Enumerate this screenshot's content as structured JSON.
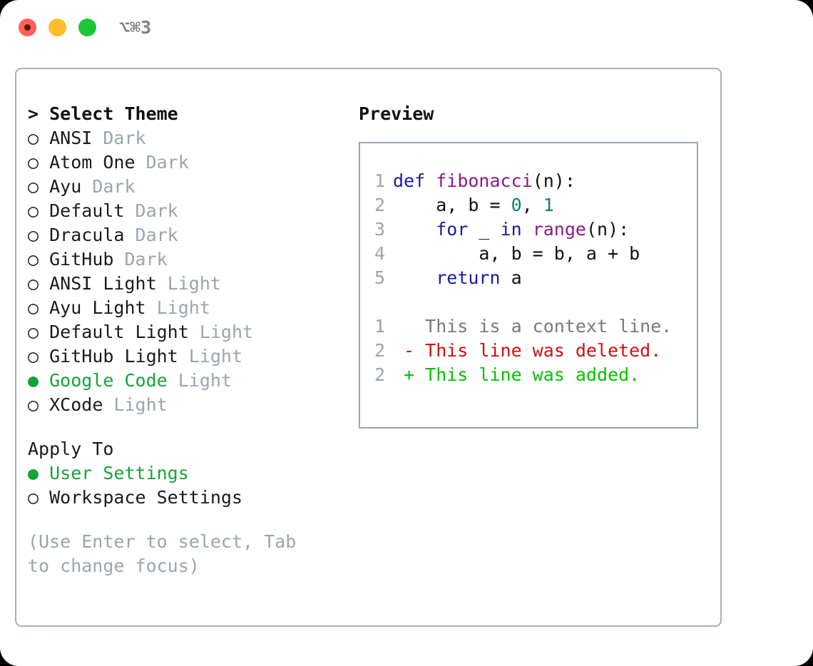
{
  "window": {
    "shortcut": "⌥⌘3",
    "traffic_lights": [
      "close",
      "minimize",
      "maximize"
    ],
    "colors": {
      "close": "#FF6058",
      "minimize": "#FFBD2E",
      "maximize": "#1CC636",
      "panel_border": "#A7B0BC",
      "preview_border": "#9AA5B1",
      "accent_green": "#13A538",
      "muted": "#9AA5B1"
    }
  },
  "theme_picker": {
    "heading": "> Select Theme",
    "bullet_selected": "●",
    "bullet_unselected": "○",
    "items": [
      {
        "name": "ANSI",
        "variant": "Dark",
        "selected": false
      },
      {
        "name": "Atom One",
        "variant": "Dark",
        "selected": false
      },
      {
        "name": "Ayu",
        "variant": "Dark",
        "selected": false
      },
      {
        "name": "Default",
        "variant": "Dark",
        "selected": false
      },
      {
        "name": "Dracula",
        "variant": "Dark",
        "selected": false
      },
      {
        "name": "GitHub",
        "variant": "Dark",
        "selected": false
      },
      {
        "name": "ANSI Light",
        "variant": "Light",
        "selected": false
      },
      {
        "name": "Ayu Light",
        "variant": "Light",
        "selected": false
      },
      {
        "name": "Default Light",
        "variant": "Light",
        "selected": false
      },
      {
        "name": "GitHub Light",
        "variant": "Light",
        "selected": false
      },
      {
        "name": "Google Code",
        "variant": "Light",
        "selected": true
      },
      {
        "name": "XCode",
        "variant": "Light",
        "selected": false
      }
    ]
  },
  "apply_to": {
    "heading": "Apply To",
    "items": [
      {
        "name": "User Settings",
        "selected": true
      },
      {
        "name": "Workspace Settings",
        "selected": false
      }
    ]
  },
  "hint": "(Use Enter to select, Tab to change focus)",
  "preview": {
    "title": "Preview",
    "code_lines": [
      {
        "num": "1",
        "tokens": [
          {
            "t": "def ",
            "c": "kw"
          },
          {
            "t": "fibonacci",
            "c": "fn"
          },
          {
            "t": "(n):",
            "c": "pl"
          }
        ]
      },
      {
        "num": "2",
        "tokens": [
          {
            "t": "    a, b = ",
            "c": "pl"
          },
          {
            "t": "0",
            "c": "num"
          },
          {
            "t": ", ",
            "c": "pl"
          },
          {
            "t": "1",
            "c": "num"
          }
        ]
      },
      {
        "num": "3",
        "tokens": [
          {
            "t": "    ",
            "c": "pl"
          },
          {
            "t": "for",
            "c": "kw"
          },
          {
            "t": " _ ",
            "c": "pl"
          },
          {
            "t": "in",
            "c": "kw"
          },
          {
            "t": " ",
            "c": "pl"
          },
          {
            "t": "range",
            "c": "fn"
          },
          {
            "t": "(n):",
            "c": "pl"
          }
        ]
      },
      {
        "num": "4",
        "tokens": [
          {
            "t": "        a, b = b, a + b",
            "c": "pl"
          }
        ]
      },
      {
        "num": "5",
        "tokens": [
          {
            "t": "    ",
            "c": "pl"
          },
          {
            "t": "return",
            "c": "kw"
          },
          {
            "t": " a",
            "c": "pl"
          }
        ]
      }
    ],
    "diff_lines": [
      {
        "num": "1",
        "marker": " ",
        "text": "This is a context line.",
        "kind": "ctx"
      },
      {
        "num": "2",
        "marker": "-",
        "text": "This line was deleted.",
        "kind": "del"
      },
      {
        "num": "2",
        "marker": "+",
        "text": "This line was added.",
        "kind": "add"
      }
    ]
  }
}
